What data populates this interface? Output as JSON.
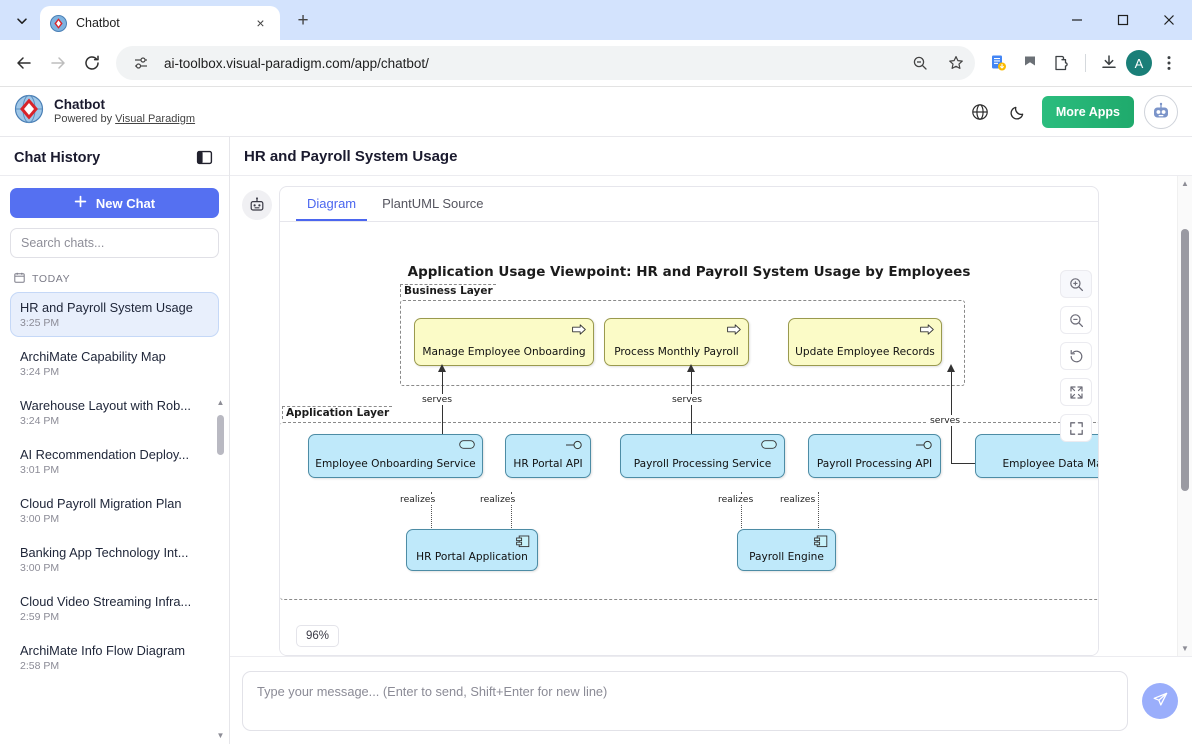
{
  "browser": {
    "tab": {
      "title": "Chatbot",
      "favicon": "visual-paradigm-favicon",
      "close_label": "×",
      "newtab_label": "+"
    },
    "tabstrip_dropdown_icon": "chevron-down-icon",
    "window_controls": {
      "minimize": "—",
      "maximize": "□",
      "close": "✕"
    },
    "nav": {
      "back": "back-arrow-icon",
      "forward": "forward-arrow-icon",
      "reload": "reload-icon"
    },
    "omnibox": {
      "url": "ai-toolbox.visual-paradigm.com/app/chatbot/",
      "site_settings_icon": "tune-icon",
      "zoom_out_icon": "zoom-out-icon",
      "bookmark_icon": "star-icon"
    },
    "toolbar_icons": [
      "extension-doc-icon",
      "bookmark-manager-icon",
      "extensions-puzzle-icon",
      "downloads-icon"
    ],
    "profile_initial": "A",
    "menu_icon": "kebab-menu-icon"
  },
  "app_header": {
    "title": "Chatbot",
    "subtitle_prefix": "Powered by ",
    "subtitle_link": "Visual Paradigm",
    "logo_icon": "visual-paradigm-logo",
    "language_icon": "globe-icon",
    "theme_icon": "moon-icon",
    "more_apps_label": "More Apps",
    "bot_avatar_icon": "chatbot-avatar-icon"
  },
  "sidebar": {
    "title": "Chat History",
    "collapse_icon": "panel-collapse-icon",
    "new_chat_label": "New Chat",
    "new_chat_icon": "plus-icon",
    "search_placeholder": "Search chats...",
    "group_label": "TODAY",
    "group_icon": "calendar-icon",
    "items": [
      {
        "name": "HR and Payroll System Usage",
        "time": "3:25 PM",
        "active": true
      },
      {
        "name": "ArchiMate Capability Map",
        "time": "3:24 PM",
        "active": false
      },
      {
        "name": "Warehouse Layout with Rob...",
        "time": "3:24 PM",
        "active": false
      },
      {
        "name": "AI Recommendation Deploy...",
        "time": "3:01 PM",
        "active": false
      },
      {
        "name": "Cloud Payroll Migration Plan",
        "time": "3:00 PM",
        "active": false
      },
      {
        "name": "Banking App Technology Int...",
        "time": "3:00 PM",
        "active": false
      },
      {
        "name": "Cloud Video Streaming Infra...",
        "time": "2:59 PM",
        "active": false
      },
      {
        "name": "ArchiMate Info Flow Diagram",
        "time": "2:58 PM",
        "active": false
      }
    ]
  },
  "main": {
    "page_title": "HR and Payroll System Usage",
    "bot_badge_icon": "robot-icon",
    "tabs": [
      {
        "label": "Diagram",
        "active": true
      },
      {
        "label": "PlantUML Source",
        "active": false
      }
    ],
    "zoom_level": "96%",
    "zoom_tools": [
      {
        "name": "zoom-in-icon",
        "label": "Zoom In"
      },
      {
        "name": "zoom-out-icon",
        "label": "Zoom Out"
      },
      {
        "name": "reset-zoom-icon",
        "label": "Reset"
      },
      {
        "name": "fit-screen-icon",
        "label": "Fit"
      },
      {
        "name": "fullscreen-icon",
        "label": "Fullscreen"
      }
    ]
  },
  "diagram": {
    "title": "Application Usage Viewpoint: HR and Payroll System Usage by Employees",
    "layers": [
      {
        "id": "business",
        "label": "Business Layer"
      },
      {
        "id": "application",
        "label": "Application Layer"
      }
    ],
    "business_nodes": [
      {
        "label": "Manage Employee Onboarding",
        "badge": "process-arrow-icon"
      },
      {
        "label": "Process Monthly Payroll",
        "badge": "process-arrow-icon"
      },
      {
        "label": "Update Employee Records",
        "badge": "process-arrow-icon"
      }
    ],
    "application_nodes": [
      {
        "label": "Employee Onboarding Service",
        "badge": "app-service-icon"
      },
      {
        "label": "HR Portal API",
        "badge": "app-interface-icon"
      },
      {
        "label": "Payroll Processing Service",
        "badge": "app-service-icon"
      },
      {
        "label": "Payroll Processing API",
        "badge": "app-interface-icon"
      },
      {
        "label": "Employee Data Manag",
        "badge": "app-service-icon"
      }
    ],
    "component_nodes": [
      {
        "label": "HR Portal Application",
        "badge": "app-component-icon"
      },
      {
        "label": "Payroll Engine",
        "badge": "app-component-icon"
      }
    ],
    "serves_labels": [
      "serves",
      "serves",
      "serves"
    ],
    "realizes_labels": [
      "realizes",
      "realizes",
      "realizes",
      "realizes"
    ]
  },
  "composer": {
    "placeholder": "Type your message... (Enter to send, Shift+Enter for new line)",
    "send_icon": "send-paper-plane-icon"
  }
}
